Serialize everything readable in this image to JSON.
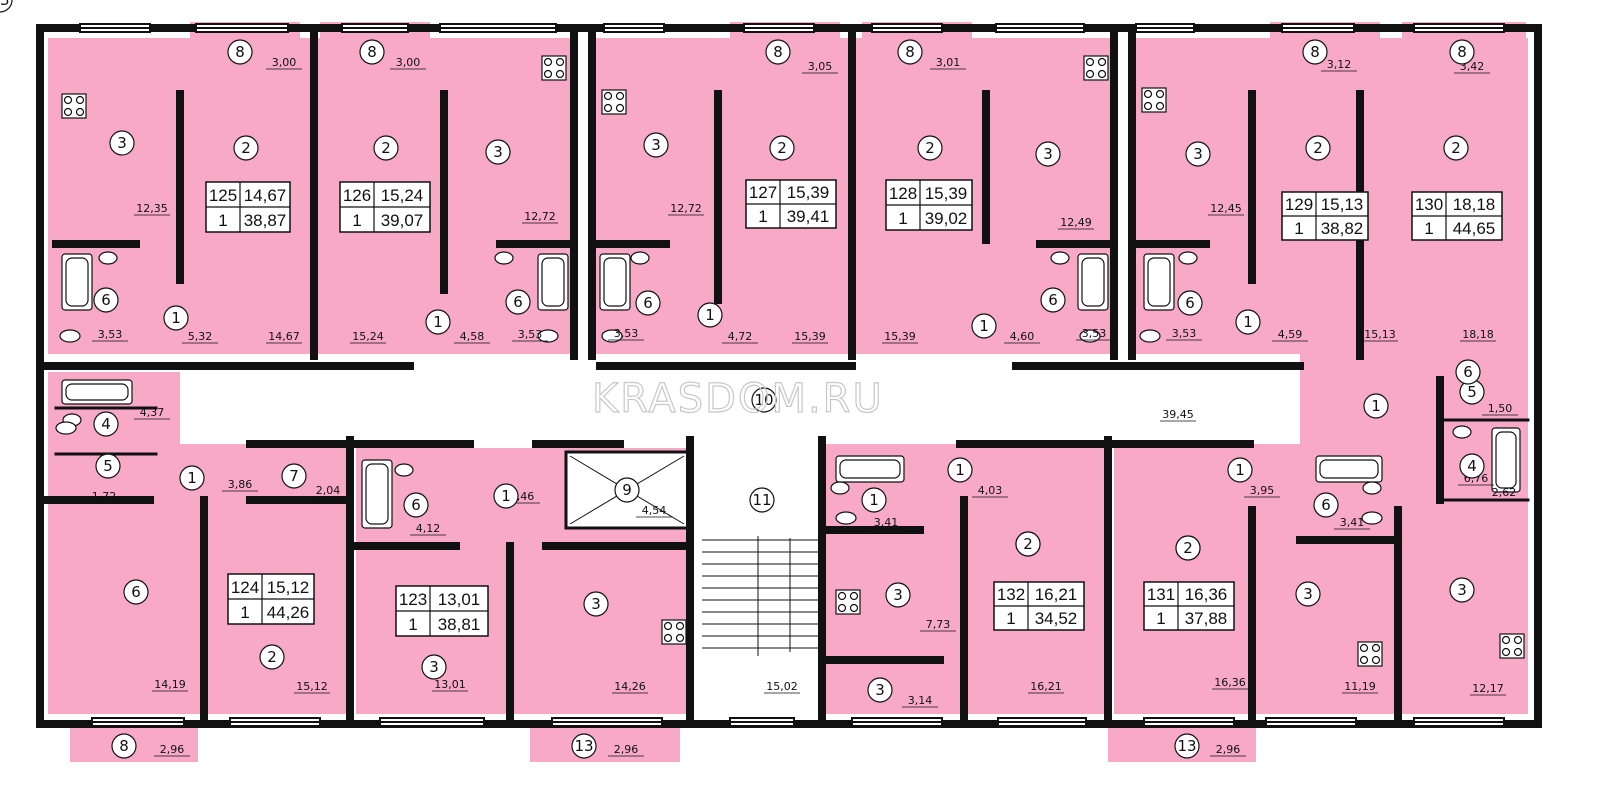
{
  "watermark": "KRASDOM.RU",
  "colors": {
    "apartment": "#f8a9c6",
    "wall": "#111111",
    "corridor": "#ffffff"
  },
  "apartments": [
    {
      "id": "apt-125",
      "number": "125",
      "rooms": "1",
      "living": "14,67",
      "total": "38,87"
    },
    {
      "id": "apt-126",
      "number": "126",
      "rooms": "1",
      "living": "15,24",
      "total": "39,07"
    },
    {
      "id": "apt-127",
      "number": "127",
      "rooms": "1",
      "living": "15,39",
      "total": "39,41"
    },
    {
      "id": "apt-128",
      "number": "128",
      "rooms": "1",
      "living": "15,39",
      "total": "39,02"
    },
    {
      "id": "apt-129",
      "number": "129",
      "rooms": "1",
      "living": "15,13",
      "total": "38,82"
    },
    {
      "id": "apt-130",
      "number": "130",
      "rooms": "1",
      "living": "18,18",
      "total": "44,65"
    },
    {
      "id": "apt-124",
      "number": "124",
      "rooms": "1",
      "living": "15,12",
      "total": "44,26"
    },
    {
      "id": "apt-123",
      "number": "123",
      "rooms": "1",
      "living": "13,01",
      "total": "38,81"
    },
    {
      "id": "apt-132",
      "number": "132",
      "rooms": "1",
      "living": "16,21",
      "total": "34,52"
    },
    {
      "id": "apt-131",
      "number": "131",
      "rooms": "1",
      "living": "16,36",
      "total": "37,88"
    }
  ],
  "room_tags": [
    "8",
    "8",
    "8",
    "8",
    "8",
    "8",
    "3",
    "2",
    "2",
    "3",
    "3",
    "2",
    "2",
    "3",
    "3",
    "2",
    "2",
    "6",
    "1",
    "1",
    "6",
    "6",
    "1",
    "1",
    "6",
    "6",
    "1",
    "10",
    "1",
    "4",
    "5",
    "1",
    "7",
    "6",
    "1",
    "1",
    "4",
    "5",
    "1",
    "9",
    "11",
    "1",
    "6",
    "6",
    "1",
    "1",
    "6",
    "3",
    "3",
    "3",
    "2",
    "3",
    "3",
    "2",
    "2",
    "3",
    "8",
    "13",
    "13",
    "13"
  ],
  "area_labels": [
    "3,00",
    "3,00",
    "3,05",
    "3,01",
    "3,12",
    "3,42",
    "12,35",
    "12,72",
    "12,72",
    "12,49",
    "12,45",
    "5,32",
    "14,67",
    "15,24",
    "4,58",
    "3,53",
    "3,53",
    "3,53",
    "4,72",
    "15,39",
    "15,39",
    "4,60",
    "3,53",
    "3,53",
    "4,59",
    "15,13",
    "18,18",
    "4,37",
    "1,72",
    "3,86",
    "2,04",
    "4,12",
    "4,46",
    "4,54",
    "39,45",
    "1,50",
    "6,76",
    "2,62",
    "4,03",
    "3,41",
    "3,95",
    "3,41",
    "7,73",
    "14,19",
    "15,12",
    "13,01",
    "14,26",
    "15,02",
    "3,14",
    "16,21",
    "16,36",
    "11,19",
    "12,17",
    "2,96",
    "2,96",
    "2,96"
  ]
}
